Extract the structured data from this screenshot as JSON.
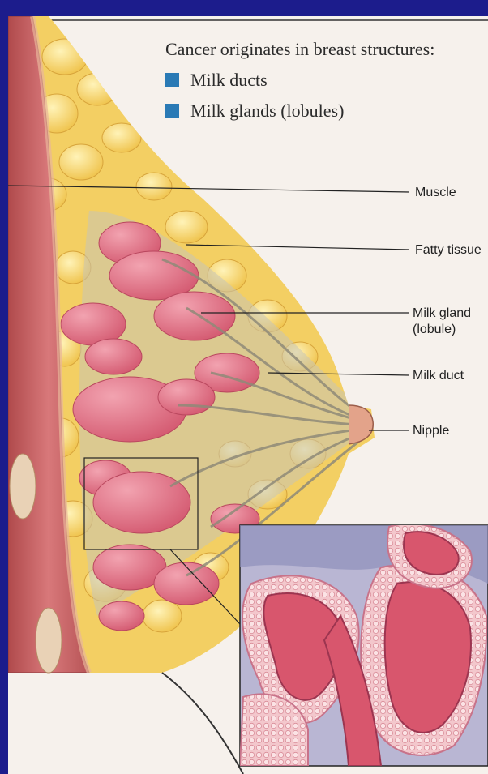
{
  "heading": "Cancer originates in breast structures:",
  "legend": {
    "items": [
      {
        "label": "Milk ducts"
      },
      {
        "label": "Milk glands (lobules)"
      }
    ],
    "marker_color": "#2a7ab5"
  },
  "labels": {
    "muscle": "Muscle",
    "fatty_tissue": "Fatty tissue",
    "milk_gland_line1": "Milk gland",
    "milk_gland_line2": "(lobule)",
    "milk_duct": "Milk duct",
    "nipple": "Nipple"
  },
  "colors": {
    "frame": "#1c1c8c",
    "paper": "#f6f1ec",
    "fat": "#f3cf63",
    "lobule": "#e07487",
    "muscle": "#c9605f"
  }
}
